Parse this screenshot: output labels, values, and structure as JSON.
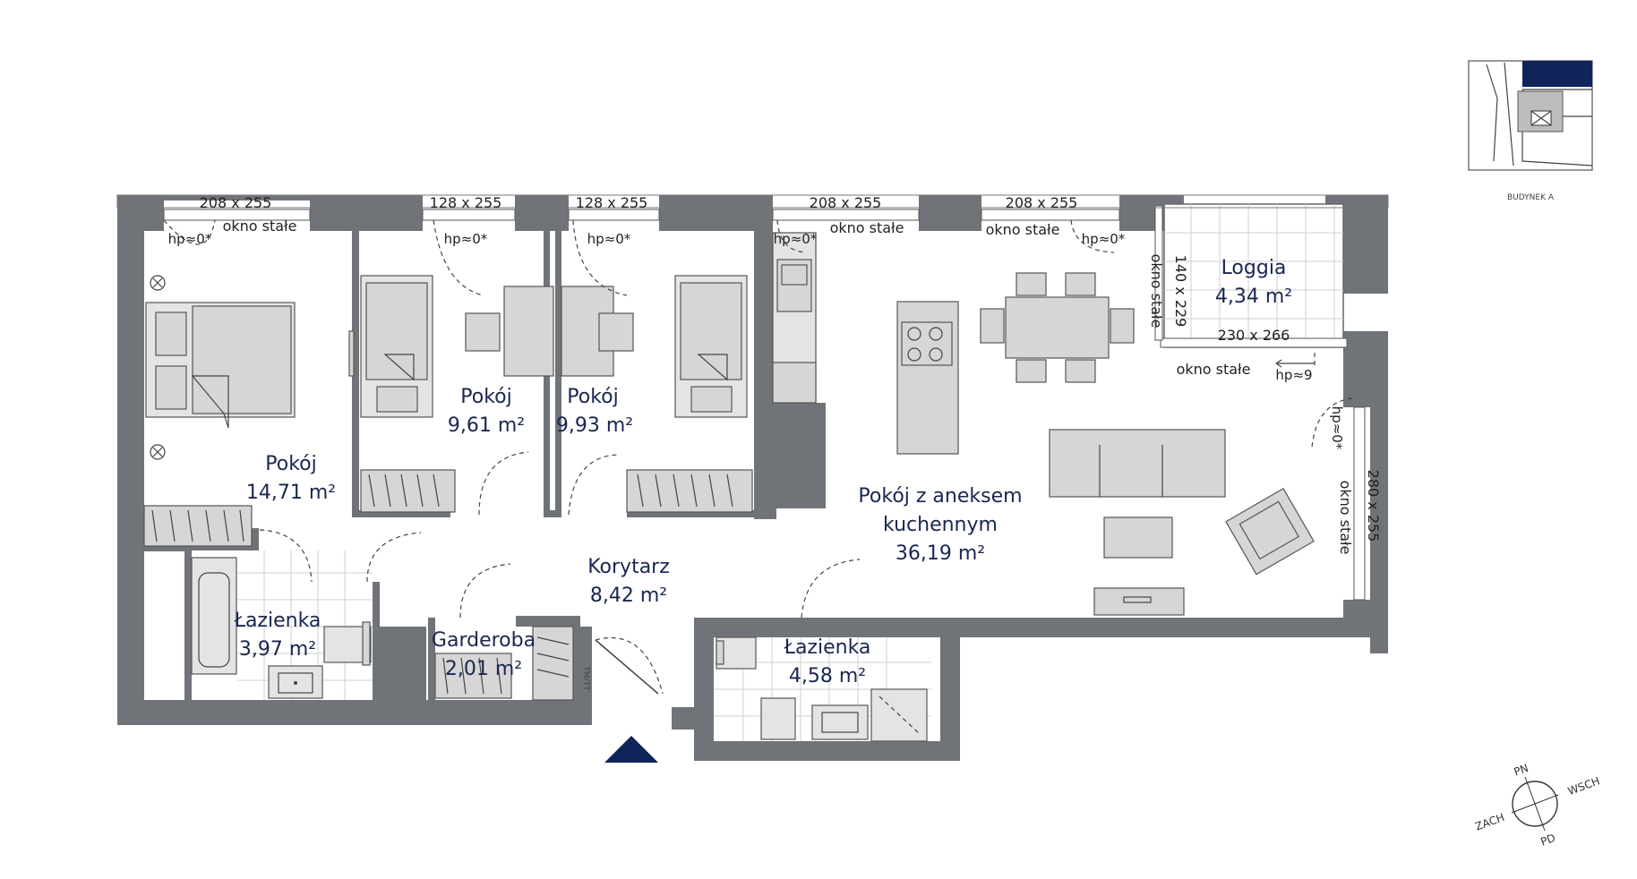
{
  "rooms": {
    "pokoj1": {
      "name": "Pokój",
      "area": "14,71 m²"
    },
    "pokoj2": {
      "name": "Pokój",
      "area": "9,61 m²"
    },
    "pokoj3": {
      "name": "Pokój",
      "area": "9,93 m²"
    },
    "salon": {
      "name_line1": "Pokój z aneksem",
      "name_line2": "kuchennym",
      "area": "36,19 m²"
    },
    "loggia": {
      "name": "Loggia",
      "area": "4,34 m²"
    },
    "korytarz": {
      "name": "Korytarz",
      "area": "8,42 m²"
    },
    "lazienka1": {
      "name": "Łazienka",
      "area": "3,97 m²"
    },
    "garderoba": {
      "name": "Garderoba",
      "area": "2,01 m²"
    },
    "lazienka2": {
      "name": "Łazienka",
      "area": "4,58 m²"
    }
  },
  "windows": {
    "w1": {
      "size": "208 x 255",
      "type": "okno stałe",
      "hp": "hp≈0*"
    },
    "w2": {
      "size": "128 x 255",
      "hp": "hp≈0*"
    },
    "w3": {
      "size": "128 x 255",
      "hp": "hp≈0*"
    },
    "w4": {
      "size": "208 x 255",
      "type": "okno stałe",
      "hp": "hp≈0*"
    },
    "w5": {
      "size": "208 x 255",
      "type": "okno stałe",
      "hp": "hp≈0*"
    },
    "loggia_side": {
      "size": "140 x 229",
      "type": "okno stałe"
    },
    "loggia_bottom": {
      "size": "230 x 266",
      "type": "okno stałe",
      "hp": "hp≈9"
    },
    "east": {
      "size": "280 x 255",
      "type": "okno stałe",
      "hp": "hp≈0*"
    }
  },
  "tm_tt": "TM/TT",
  "keyplan": {
    "label": "BUDYNEK A"
  },
  "compass": {
    "n": "PN",
    "e": "WSCH",
    "s": "PD",
    "w": "ZACH"
  },
  "colors": {
    "wall": "#707478",
    "accent": "#0f2458",
    "text": "#1a2650"
  }
}
